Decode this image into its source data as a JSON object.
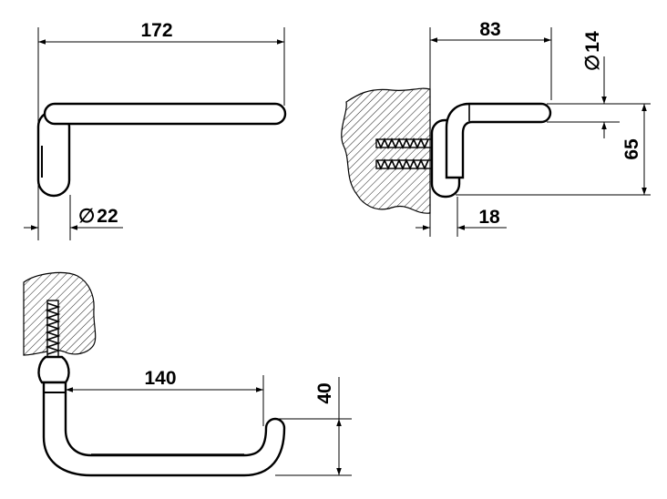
{
  "dimensions": {
    "top_view_length": "172",
    "top_view_diameter": "22",
    "side_view_length": "83",
    "side_view_tube_diameter": "14",
    "side_view_height": "65",
    "side_view_offset": "18",
    "bottom_view_length": "140",
    "bottom_view_height": "40"
  },
  "symbols": {
    "diameter": "∅"
  }
}
